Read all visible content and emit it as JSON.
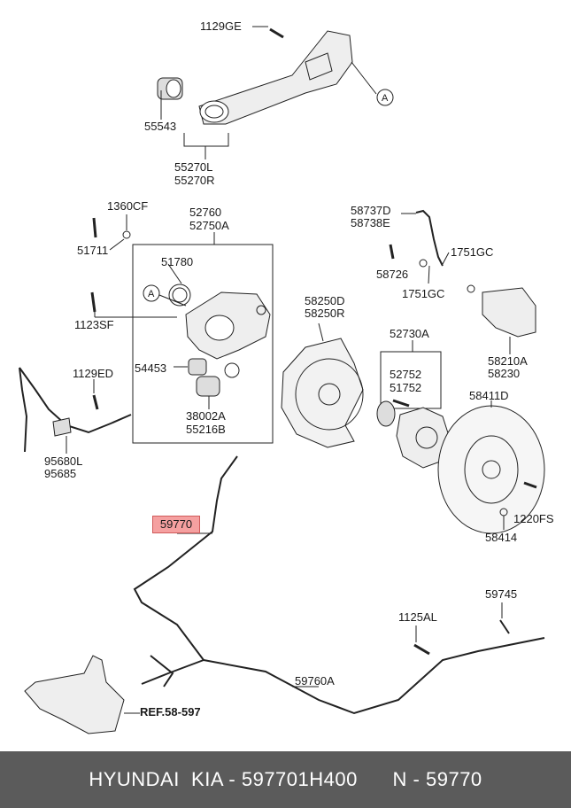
{
  "parts": {
    "p1129GE": "1129GE",
    "p55543": "55543",
    "p55270L": "55270L",
    "p55270R": "55270R",
    "callout_a_top": "A",
    "p1360CF": "1360CF",
    "p51711": "51711",
    "p52760": "52760",
    "p52750A": "52750A",
    "p51780": "51780",
    "callout_a_mid": "A",
    "p1123SF": "1123SF",
    "p54453": "54453",
    "p1129ED": "1129ED",
    "p38002A": "38002A",
    "p55216B": "55216B",
    "p95680L": "95680L",
    "p95685": "95685",
    "p58737D": "58737D",
    "p58738E": "58738E",
    "p1751GC_a": "1751GC",
    "p58726": "58726",
    "p1751GC_b": "1751GC",
    "p58250D": "58250D",
    "p58250R": "58250R",
    "p52730A": "52730A",
    "p58210A": "58210A",
    "p58230": "58230",
    "p52752": "52752",
    "p51752": "51752",
    "p58411D": "58411D",
    "p1220FS": "1220FS",
    "p58414": "58414",
    "p59770": "59770",
    "p59745": "59745",
    "p1125AL": "1125AL",
    "p59760A": "59760A",
    "ref": "REF.58-597"
  },
  "footer": {
    "brand": "HYUNDAI  KIA - 597701H400",
    "number": "N - 59770"
  },
  "colors": {
    "highlight": "#f5a0a0",
    "footer_bg": "#5b5b5b"
  }
}
